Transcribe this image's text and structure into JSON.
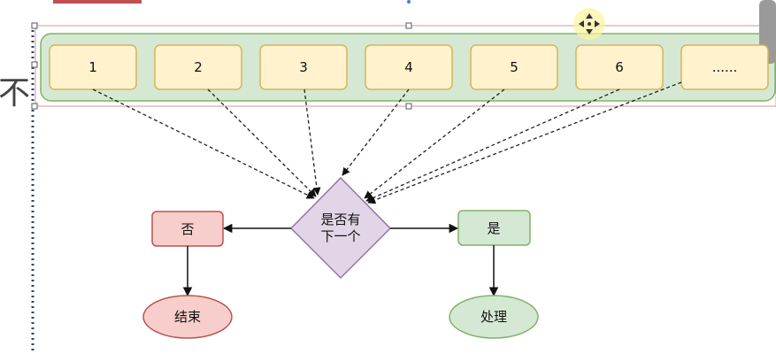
{
  "diagram": {
    "items": [
      "1",
      "2",
      "3",
      "4",
      "5",
      "6",
      "......"
    ],
    "decision": {
      "line1": "是否有",
      "line2": "下一个"
    },
    "no_label": "否",
    "yes_label": "是",
    "end_label": "结束",
    "process_label": "处理"
  },
  "partial_text": {
    "left_glyph": "不"
  },
  "colors": {
    "container_fill": "#d5e8d4",
    "container_stroke": "#82b366",
    "item_fill": "#fff2cc",
    "item_stroke": "#d6b656",
    "decision_fill": "#e1d5e7",
    "decision_stroke": "#9673a6",
    "no_fill": "#f8cecc",
    "no_stroke": "#b85450",
    "yes_fill": "#d5e8d4",
    "yes_stroke": "#82b366",
    "selection": "#c0504d"
  }
}
